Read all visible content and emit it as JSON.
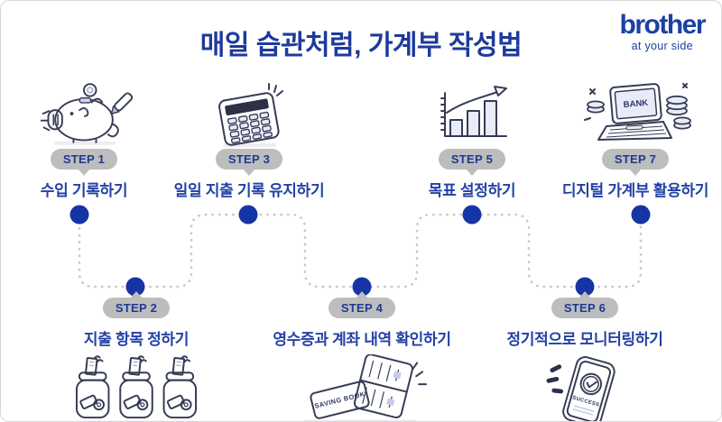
{
  "header": {
    "title": "매일 습관처럼, 가계부 작성법",
    "title_color": "#1e3a9b",
    "logo": {
      "brand": "brother",
      "tagline": "at your side",
      "color": "#1b41a4"
    }
  },
  "flow": {
    "dot_color": "#1634a3",
    "line_color": "#c9c9c9",
    "badge_bg": "#bdbdbd",
    "badge_text_color": "#1d3a92"
  },
  "steps": [
    {
      "badge": "STEP 1",
      "label": "수입 기록하기",
      "icon": "piggy-bank-pen-icon",
      "row": "top"
    },
    {
      "badge": "STEP 2",
      "label": "지출 항목 정하기",
      "icon": "receipt-jars-icon",
      "row": "bottom"
    },
    {
      "badge": "STEP 3",
      "label": "일일 지출 기록 유지하기",
      "icon": "calculator-icon",
      "row": "top"
    },
    {
      "badge": "STEP 4",
      "label": "영수증과 계좌 내역 확인하기",
      "icon": "bankbook-receipt-icon",
      "row": "bottom"
    },
    {
      "badge": "STEP 5",
      "label": "목표 설정하기",
      "icon": "growth-chart-icon",
      "row": "top"
    },
    {
      "badge": "STEP 6",
      "label": "정기적으로 모니터링하기",
      "icon": "smartphone-check-icon",
      "row": "bottom"
    },
    {
      "badge": "STEP 7",
      "label": "디지털 가계부 활용하기",
      "icon": "laptop-banking-icon",
      "row": "top"
    }
  ],
  "icon_texts": {
    "laptop_screen": "BANK",
    "bankbook_label": "SAVING BOOK",
    "phone_screen": "SUCCESS"
  }
}
